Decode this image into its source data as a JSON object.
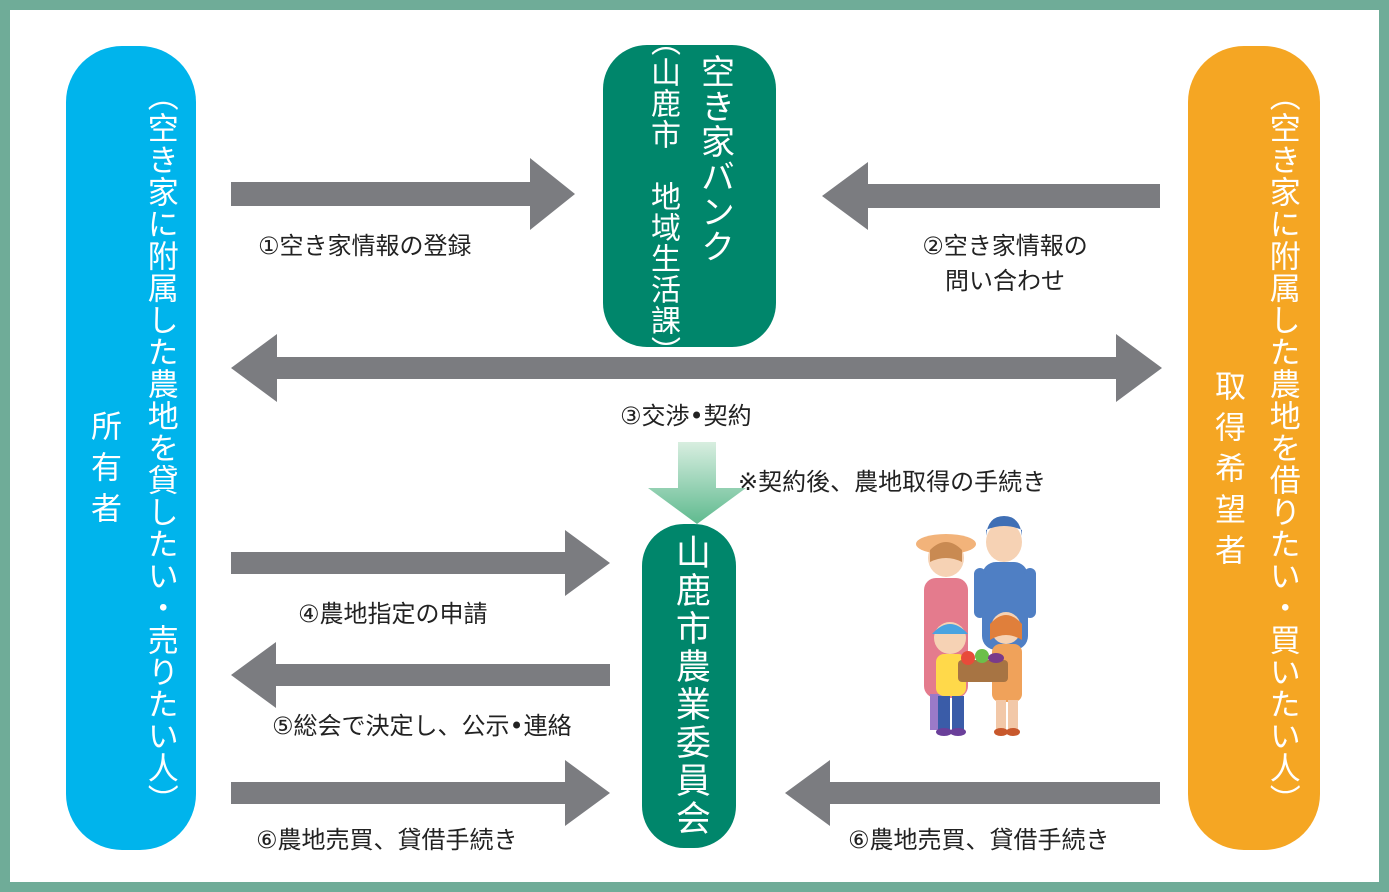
{
  "owner": {
    "description": "（空き家に附属した農地を貸したい・売りたい人）",
    "role": "所有者"
  },
  "buyer": {
    "description": "（空き家に附属した農地を借りたい・買いたい人）",
    "role": "取得希望者"
  },
  "bank": {
    "title": "空き家バンク",
    "subtitle": "（山鹿市　地域生活課）"
  },
  "committee": {
    "title": "山鹿市農業委員会"
  },
  "steps": {
    "s1": "①空き家情報の登録",
    "s2_line1": "②空き家情報の",
    "s2_line2": "問い合わせ",
    "s3": "③交渉•契約",
    "note": "※契約後、農地取得の手続き",
    "s4": "④農地指定の申請",
    "s5": "⑤総会で決定し、公示•連絡",
    "s6_left": "⑥農地売買、貸借手続き",
    "s6_right": "⑥農地売買、貸借手続き"
  },
  "colors": {
    "frame": "#6fac98",
    "owner": "#00b4ec",
    "buyer": "#f5a623",
    "agency": "#00866b",
    "arrow": "#7b7c80",
    "down_arrow": "#5fba8f"
  }
}
